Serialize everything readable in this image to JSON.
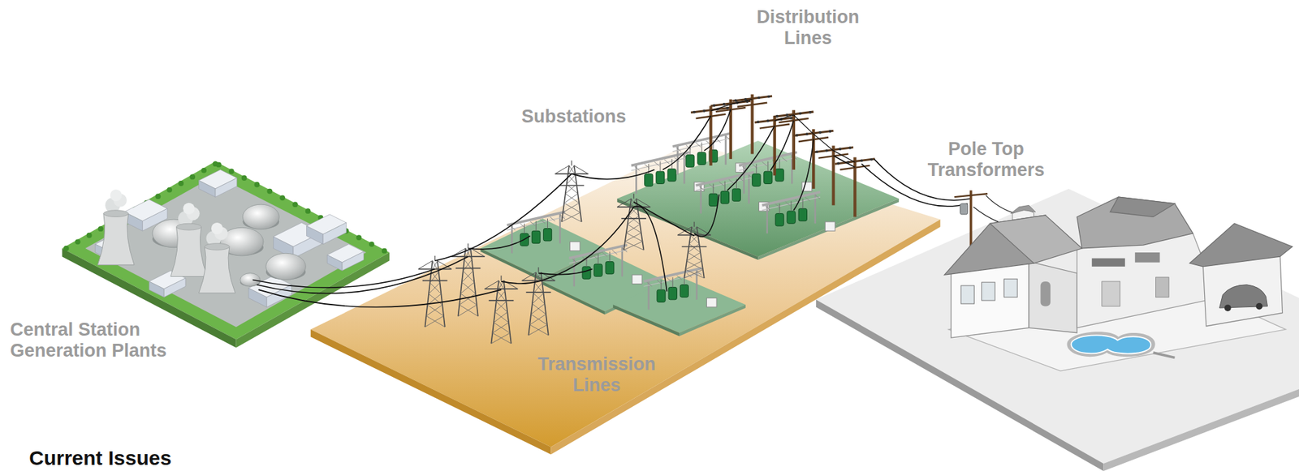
{
  "diagram": {
    "labels": [
      "Distribution Lines",
      "Substations",
      "Pole Top Transformers",
      "Central Station Generation Plants",
      "Transmission Lines",
      "Current Issues"
    ]
  }
}
